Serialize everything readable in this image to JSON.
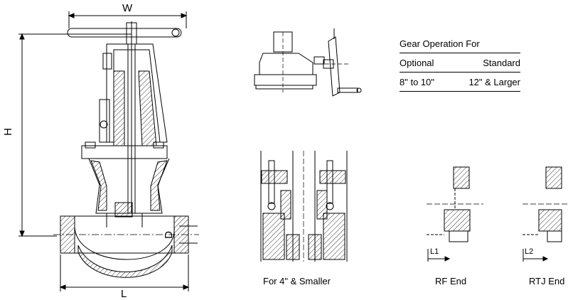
{
  "dimensions": {
    "width_label": "W",
    "height_label": "H",
    "length_label": "L",
    "diameter_label": "D",
    "l1_label": "L1",
    "l2_label": "L2"
  },
  "gear_table": {
    "title": "Gear Operation For",
    "col1_header": "Optional",
    "col2_header": "Standard",
    "col1_value": "8\" to 10\"",
    "col2_value": "12\" & Larger"
  },
  "captions": {
    "small_valve": "For 4\" & Smaller",
    "rf_end": "RF End",
    "rtj_end": "RTJ End"
  }
}
